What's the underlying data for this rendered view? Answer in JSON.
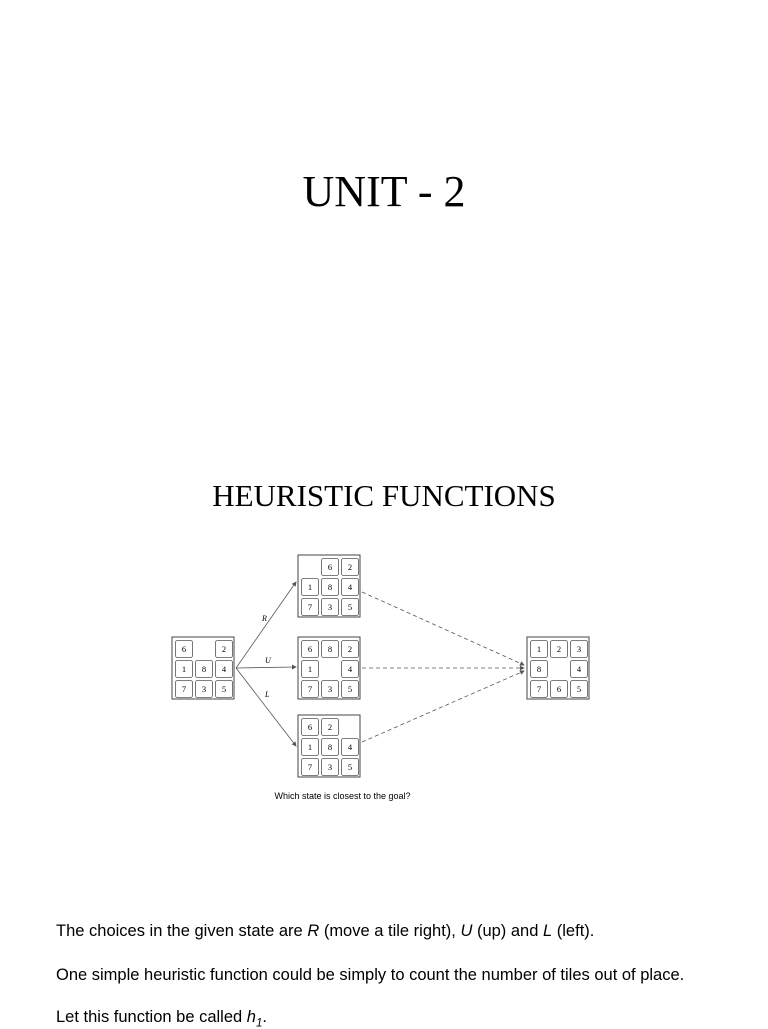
{
  "title": "UNIT - 2",
  "heading": "HEURISTIC FUNCTIONS",
  "figure": {
    "caption": "Which state is closest to the goal?",
    "moves": [
      "R",
      "U",
      "L"
    ],
    "start_state": [
      "6",
      "",
      "2",
      "1",
      "8",
      "4",
      "7",
      "3",
      "5"
    ],
    "state_r": [
      "",
      "6",
      "2",
      "1",
      "8",
      "4",
      "7",
      "3",
      "5"
    ],
    "state_u": [
      "6",
      "8",
      "2",
      "1",
      "",
      "4",
      "7",
      "3",
      "5"
    ],
    "state_l": [
      "6",
      "2",
      "",
      "1",
      "8",
      "4",
      "7",
      "3",
      "5"
    ],
    "goal_state": [
      "1",
      "2",
      "3",
      "8",
      "",
      "4",
      "7",
      "6",
      "5"
    ]
  },
  "text": {
    "p1_a": "The choices in the given state are ",
    "p1_r": "R",
    "p1_b": " (move a tile right), ",
    "p1_u": "U",
    "p1_c": " (up) and ",
    "p1_l": "L",
    "p1_d": " (left).",
    "p2": "One simple heuristic function could be simply to count the number of tiles out of place.",
    "p3_a": "Let this function be called ",
    "p3_h": "h",
    "p3_sub": "1",
    "p3_end": "."
  }
}
